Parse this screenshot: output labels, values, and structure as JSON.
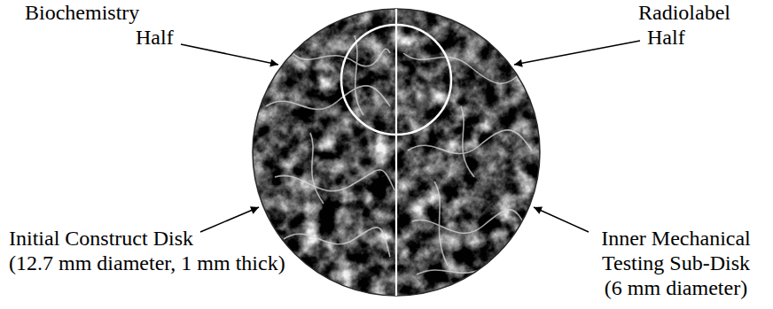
{
  "diagram": {
    "labels": [
      "Biochemistry Half",
      "Radiolabel Half",
      "Initial Construct Disk (12.7 mm diameter, 1 mm thick)",
      "Inner Mechanical Testing Sub-Disk (6 mm diameter)"
    ]
  }
}
